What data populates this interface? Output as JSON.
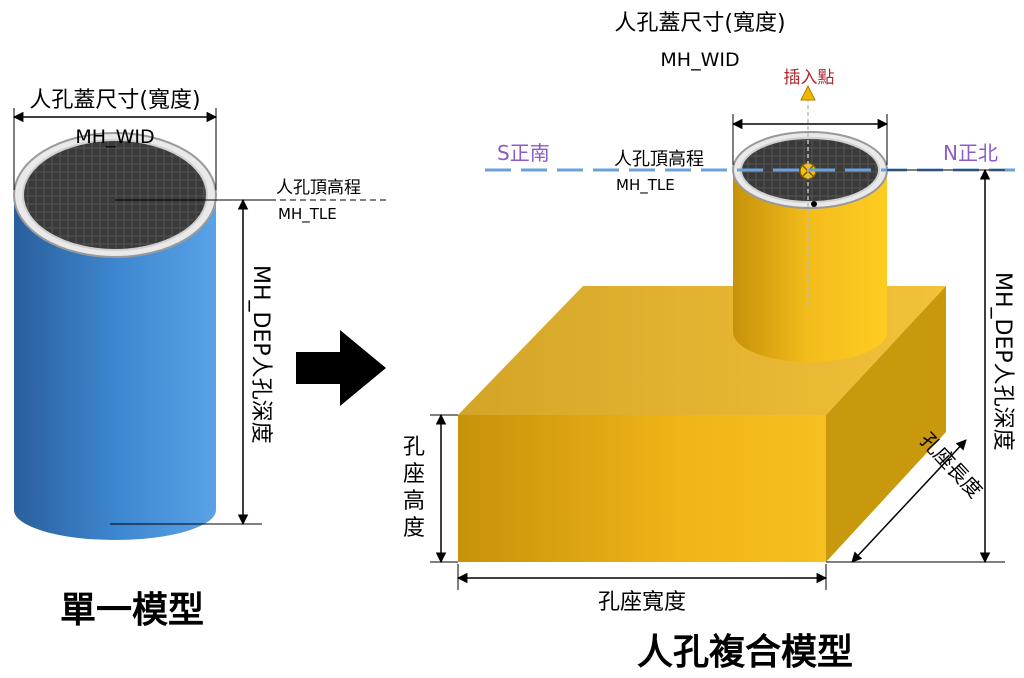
{
  "left": {
    "width_label": "人孔蓋尺寸(寬度)",
    "width_code": "MH_WID",
    "tle_label": "人孔頂高程",
    "tle_code": "MH_TLE",
    "depth_label": "MH_DEP人孔深度",
    "title": "單一模型"
  },
  "right": {
    "width_label": "人孔蓋尺寸(寬度)",
    "width_code": "MH_WID",
    "insert_label": "插入點",
    "south_label": "S正南",
    "north_label": "N正北",
    "tle_label": "人孔頂高程",
    "tle_code": "MH_TLE",
    "depth_label": "MH_DEP人孔深度",
    "base_height_label": "孔座高度",
    "base_width_label": "孔座寬度",
    "base_length_label": "孔座長度",
    "title": "人孔複合模型"
  },
  "colors": {
    "blue_cylinder": "#3f86cf",
    "gold": "#f0b418",
    "direction_line": "#6aa2d8",
    "direction_text": "#8b5cc8",
    "insert_text": "#b0282f"
  }
}
